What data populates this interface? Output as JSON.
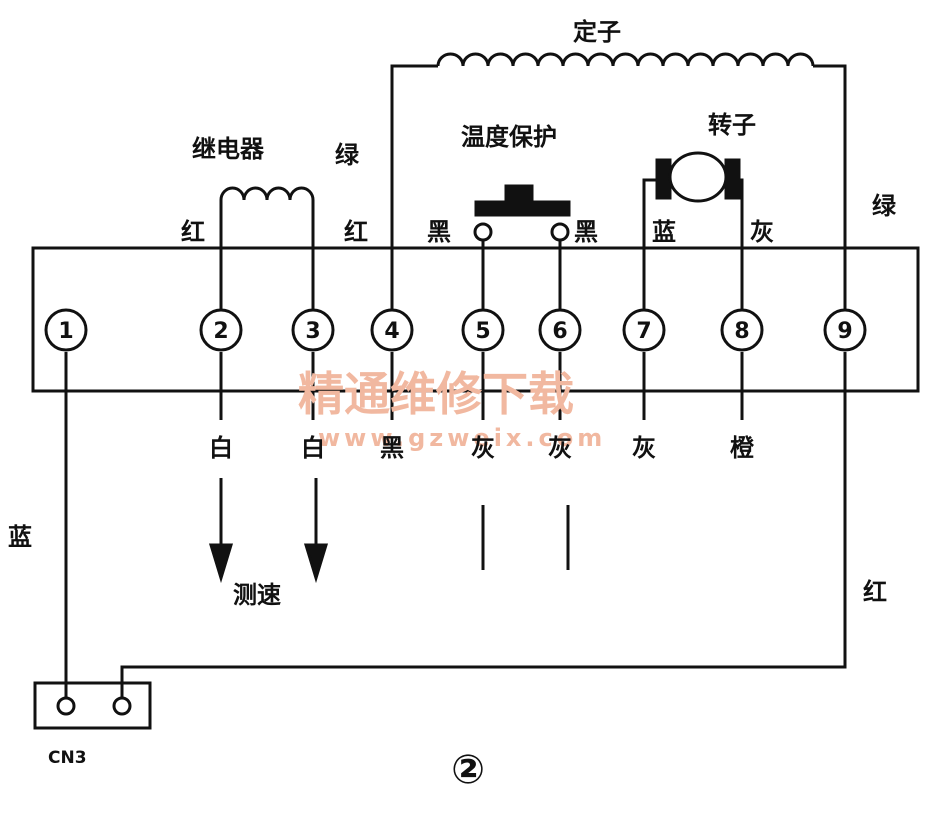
{
  "labels": {
    "stator": "定子",
    "relay": "继电器",
    "temp_protect": "温度保护",
    "rotor": "转子",
    "speed": "测速",
    "connector": "CN3",
    "figure_no": "②"
  },
  "top_wire_labels": {
    "red_left": "红",
    "green_left": "绿",
    "red_mid": "红",
    "black_left": "黑",
    "black_right": "黑",
    "blue_top": "蓝",
    "gray_top": "灰",
    "green_right": "绿"
  },
  "side_labels": {
    "blue_left": "蓝",
    "red_right": "红"
  },
  "terminals": [
    "1",
    "2",
    "3",
    "4",
    "5",
    "6",
    "7",
    "8",
    "9"
  ],
  "bottom_wire_labels": [
    "白",
    "白",
    "黑",
    "灰",
    "灰",
    "灰",
    "橙"
  ],
  "watermark": {
    "line1": "精通维修下载",
    "line2": "www.gzweix.com"
  }
}
